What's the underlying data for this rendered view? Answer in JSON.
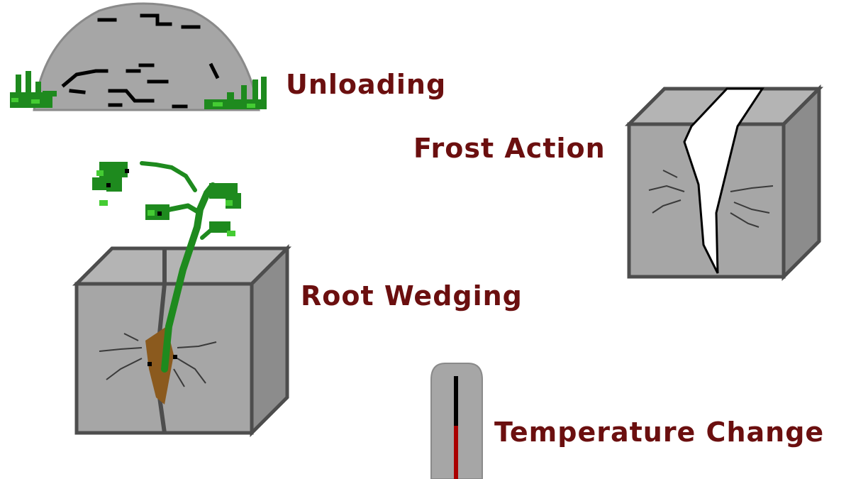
{
  "labels": {
    "unloading": "Unloading",
    "frost_action": "Frost Action",
    "root_wedging": "Root Wedging",
    "temperature_change": "Temperature Change"
  },
  "colors": {
    "label_text": "#6b0f0f",
    "rock_face": "#a6a6a6",
    "rock_side": "#8c8c8c",
    "rock_edge": "#4d4d4d",
    "crack": "#000000",
    "ice": "#ffffff",
    "plant_dark": "#1e8a1e",
    "plant_light": "#44cc33",
    "root": "#8b5a1e",
    "thermometer_fluid": "#aa0000"
  },
  "icons": [
    "dome-rock-icon",
    "frost-block-icon",
    "root-block-icon",
    "plant-icon",
    "thermometer-icon"
  ]
}
